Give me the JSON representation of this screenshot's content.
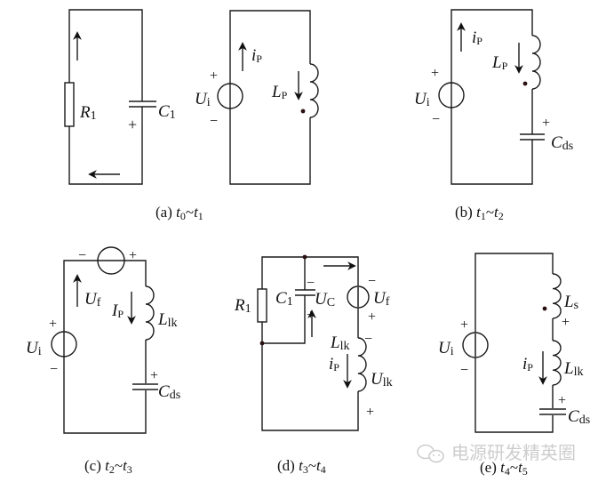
{
  "figures": {
    "a": {
      "caption_prefix": "(a) ",
      "t_start": "t",
      "t_start_sub": "0",
      "tilde": "~",
      "t_end": "t",
      "t_end_sub": "1",
      "resistor": {
        "main": "R",
        "sub": "1"
      },
      "capacitor": {
        "main": "C",
        "sub": "1"
      },
      "cap_plus": "+",
      "source": {
        "main": "U",
        "sub": "i",
        "plus": "+",
        "minus": "−"
      },
      "current": {
        "main": "i",
        "sub": "P"
      },
      "inductor": {
        "main": "L",
        "sub": "P"
      }
    },
    "b": {
      "caption_prefix": "(b) ",
      "t_start": "t",
      "t_start_sub": "1",
      "tilde": "~",
      "t_end": "t",
      "t_end_sub": "2",
      "source": {
        "main": "U",
        "sub": "i",
        "plus": "+",
        "minus": "−"
      },
      "current": {
        "main": "i",
        "sub": "P"
      },
      "inductor": {
        "main": "L",
        "sub": "P"
      },
      "capacitor": {
        "main": "C",
        "sub": "ds"
      },
      "cap_plus": "+"
    },
    "c": {
      "caption_prefix": "(c) ",
      "t_start": "t",
      "t_start_sub": "2",
      "tilde": "~",
      "t_end": "t",
      "t_end_sub": "3",
      "top_source": {
        "minus": "−",
        "plus": "+"
      },
      "uf": {
        "main": "U",
        "sub": "f"
      },
      "source": {
        "main": "U",
        "sub": "i",
        "plus": "+",
        "minus": "−"
      },
      "current": {
        "main": "I",
        "sub": "P"
      },
      "inductor": {
        "main": "L",
        "sub": "lk"
      },
      "capacitor": {
        "main": "C",
        "sub": "ds"
      },
      "cap_plus": "+"
    },
    "d": {
      "caption_prefix": "(d) ",
      "t_start": "t",
      "t_start_sub": "3",
      "tilde": "~",
      "t_end": "t",
      "t_end_sub": "4",
      "resistor": {
        "main": "R",
        "sub": "1"
      },
      "capacitor": {
        "main": "C",
        "sub": "1"
      },
      "uc": {
        "main": "U",
        "sub": "C",
        "minus": "−",
        "plus": "+"
      },
      "uf": {
        "main": "U",
        "sub": "f",
        "minus": "−",
        "plus": "+"
      },
      "inductor": {
        "main": "L",
        "sub": "lk",
        "minus": "−"
      },
      "current": {
        "main": "i",
        "sub": "P"
      },
      "ulk": {
        "main": "U",
        "sub": "lk",
        "plus": "+"
      }
    },
    "e": {
      "caption_prefix": "(e) ",
      "t_start": "t",
      "t_start_sub": "4",
      "tilde": "~",
      "t_end": "t",
      "t_end_sub": "5",
      "source": {
        "main": "U",
        "sub": "i",
        "plus": "+",
        "minus": "−"
      },
      "inductor_s": {
        "main": "L",
        "sub": "s",
        "plus": "+"
      },
      "current": {
        "main": "i",
        "sub": "P"
      },
      "inductor_lk": {
        "main": "L",
        "sub": "lk"
      },
      "capacitor": {
        "main": "C",
        "sub": "ds"
      },
      "cap_plus": "+"
    }
  },
  "watermark": {
    "text": "电源研发精英圈",
    "icon": "wechat-icon"
  }
}
